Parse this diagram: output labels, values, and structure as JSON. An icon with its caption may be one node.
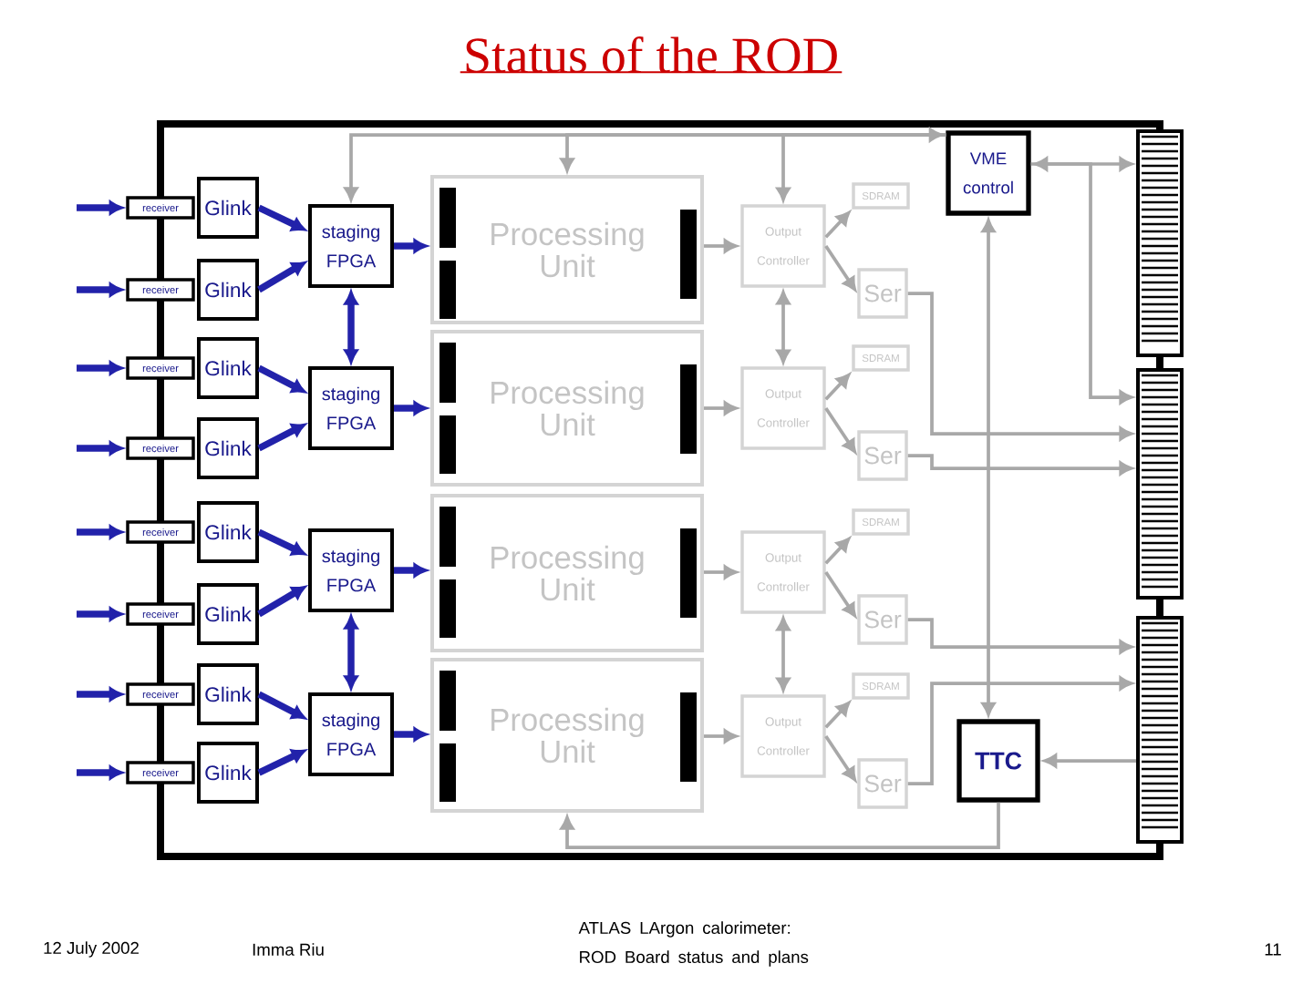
{
  "diagram": {
    "title": "Status of the ROD",
    "nodes": [
      {
        "text": [
          "receiver"
        ]
      },
      {
        "text": [
          "receiver"
        ]
      },
      {
        "text": [
          "receiver"
        ]
      },
      {
        "text": [
          "receiver"
        ]
      },
      {
        "text": [
          "receiver"
        ]
      },
      {
        "text": [
          "receiver"
        ]
      },
      {
        "text": [
          "receiver"
        ]
      },
      {
        "text": [
          "receiver"
        ]
      },
      {
        "text": [
          "Glink"
        ]
      },
      {
        "text": [
          "Glink"
        ]
      },
      {
        "text": [
          "Glink"
        ]
      },
      {
        "text": [
          "Glink"
        ]
      },
      {
        "text": [
          "Glink"
        ]
      },
      {
        "text": [
          "Glink"
        ]
      },
      {
        "text": [
          "Glink"
        ]
      },
      {
        "text": [
          "Glink"
        ]
      },
      {
        "text": [
          "staging FPGA"
        ]
      },
      {
        "text": [
          "staging FPGA"
        ]
      },
      {
        "text": [
          "staging FPGA"
        ]
      },
      {
        "text": [
          "staging FPGA"
        ]
      },
      {
        "text": [
          "Processing Unit"
        ]
      },
      {
        "text": [
          "Processing Unit"
        ]
      },
      {
        "text": [
          "Processing Unit"
        ]
      },
      {
        "text": [
          "Processing Unit"
        ]
      },
      {
        "text": [
          "Output Controller"
        ]
      },
      {
        "text": [
          "Output Controller"
        ]
      },
      {
        "text": [
          "Output Controller"
        ]
      },
      {
        "text": [
          "Output Controller"
        ]
      },
      {
        "text": [
          "SDRAM"
        ]
      },
      {
        "text": [
          "SDRAM"
        ]
      },
      {
        "text": [
          "SDRAM"
        ]
      },
      {
        "text": [
          "SDRAM"
        ]
      },
      {
        "text": [
          "Ser"
        ]
      },
      {
        "text": [
          "Ser"
        ]
      },
      {
        "text": [
          "Ser"
        ]
      },
      {
        "text": [
          "Ser"
        ]
      },
      {
        "text": [
          "VME control"
        ]
      },
      {
        "text": [
          "TTC"
        ]
      },
      {
        "text": [],
        "shape": "bar"
      },
      {
        "text": [],
        "shape": "bar"
      },
      {
        "text": [],
        "shape": "bar"
      }
    ],
    "edges": [
      {
        "from": null,
        "to": 0,
        "arrow": "to",
        "style": "thick",
        "color": "#2222aa"
      },
      {
        "from": null,
        "to": 1,
        "arrow": "to",
        "style": "thick",
        "color": "#2222aa"
      },
      {
        "from": null,
        "to": 2,
        "arrow": "to",
        "style": "thick",
        "color": "#2222aa"
      },
      {
        "from": null,
        "to": 3,
        "arrow": "to",
        "style": "thick",
        "color": "#2222aa"
      },
      {
        "from": null,
        "to": 4,
        "arrow": "to",
        "style": "thick",
        "color": "#2222aa"
      },
      {
        "from": null,
        "to": 5,
        "arrow": "to",
        "style": "thick",
        "color": "#2222aa"
      },
      {
        "from": null,
        "to": 6,
        "arrow": "to",
        "style": "thick",
        "color": "#2222aa"
      },
      {
        "from": null,
        "to": 7,
        "arrow": "to",
        "style": "thick",
        "color": "#2222aa"
      },
      {
        "from": 8,
        "to": 16,
        "arrow": "to",
        "style": "thick",
        "color": "#2222aa"
      },
      {
        "from": 9,
        "to": 16,
        "arrow": "to",
        "style": "thick",
        "color": "#2222aa"
      },
      {
        "from": 10,
        "to": 17,
        "arrow": "to",
        "style": "thick",
        "color": "#2222aa"
      },
      {
        "from": 11,
        "to": 17,
        "arrow": "to",
        "style": "thick",
        "color": "#2222aa"
      },
      {
        "from": 12,
        "to": 18,
        "arrow": "to",
        "style": "thick",
        "color": "#2222aa"
      },
      {
        "from": 13,
        "to": 18,
        "arrow": "to",
        "style": "thick",
        "color": "#2222aa"
      },
      {
        "from": 14,
        "to": 19,
        "arrow": "to",
        "style": "thick",
        "color": "#2222aa"
      },
      {
        "from": 15,
        "to": 19,
        "arrow": "to",
        "style": "thick",
        "color": "#2222aa"
      },
      {
        "from": 16,
        "to": 17,
        "arrow": "both",
        "style": "thick",
        "color": "#2222aa"
      },
      {
        "from": 18,
        "to": 19,
        "arrow": "both",
        "style": "thick",
        "color": "#2222aa"
      },
      {
        "from": 16,
        "to": 20,
        "arrow": "to",
        "style": "thick",
        "color": "#2222aa"
      },
      {
        "from": 17,
        "to": 21,
        "arrow": "to",
        "style": "thick",
        "color": "#2222aa"
      },
      {
        "from": 18,
        "to": 22,
        "arrow": "to",
        "style": "thick",
        "color": "#2222aa"
      },
      {
        "from": 19,
        "to": 23,
        "arrow": "to",
        "style": "thick",
        "color": "#2222aa"
      },
      {
        "from": 20,
        "to": 24,
        "arrow": "to"
      },
      {
        "from": 21,
        "to": 25,
        "arrow": "to"
      },
      {
        "from": 22,
        "to": 26,
        "arrow": "to"
      },
      {
        "from": 23,
        "to": 27,
        "arrow": "to"
      },
      {
        "from": 24,
        "to": 28,
        "arrow": "to"
      },
      {
        "from": 25,
        "to": 29,
        "arrow": "to"
      },
      {
        "from": 26,
        "to": 30,
        "arrow": "to"
      },
      {
        "from": 27,
        "to": 31,
        "arrow": "to"
      },
      {
        "from": 24,
        "to": 32,
        "arrow": "to"
      },
      {
        "from": 25,
        "to": 33,
        "arrow": "to"
      },
      {
        "from": 26,
        "to": 34,
        "arrow": "to"
      },
      {
        "from": 27,
        "to": 35,
        "arrow": "to"
      },
      {
        "from": 24,
        "to": 25,
        "arrow": "both"
      },
      {
        "from": 26,
        "to": 27,
        "arrow": "both"
      },
      {
        "from": 32,
        "to": 39,
        "arrow": "to"
      },
      {
        "from": 33,
        "to": 39,
        "arrow": "to"
      },
      {
        "from": 34,
        "to": 40,
        "arrow": "to"
      },
      {
        "from": 35,
        "to": 40,
        "arrow": "to"
      },
      {
        "from": 36,
        "to": 38,
        "arrow": "both"
      },
      {
        "from": 36,
        "to": 39,
        "arrow": "to"
      },
      {
        "from": 40,
        "to": 37,
        "arrow": "to"
      },
      {
        "from": 36,
        "to": 37,
        "arrow": "both"
      },
      {
        "from": 37,
        "to": 23,
        "arrow": "to"
      },
      {
        "from": 36,
        "to": 16,
        "arrow": "both"
      },
      {
        "from": 36,
        "to": 20,
        "arrow": "to"
      },
      {
        "from": 36,
        "to": 24,
        "arrow": "to"
      }
    ],
    "labels": [
      "12 July 2002",
      "Imma Riu",
      "ATLAS LArgon calorimeter: ROD Board status and plans",
      "11"
    ]
  }
}
